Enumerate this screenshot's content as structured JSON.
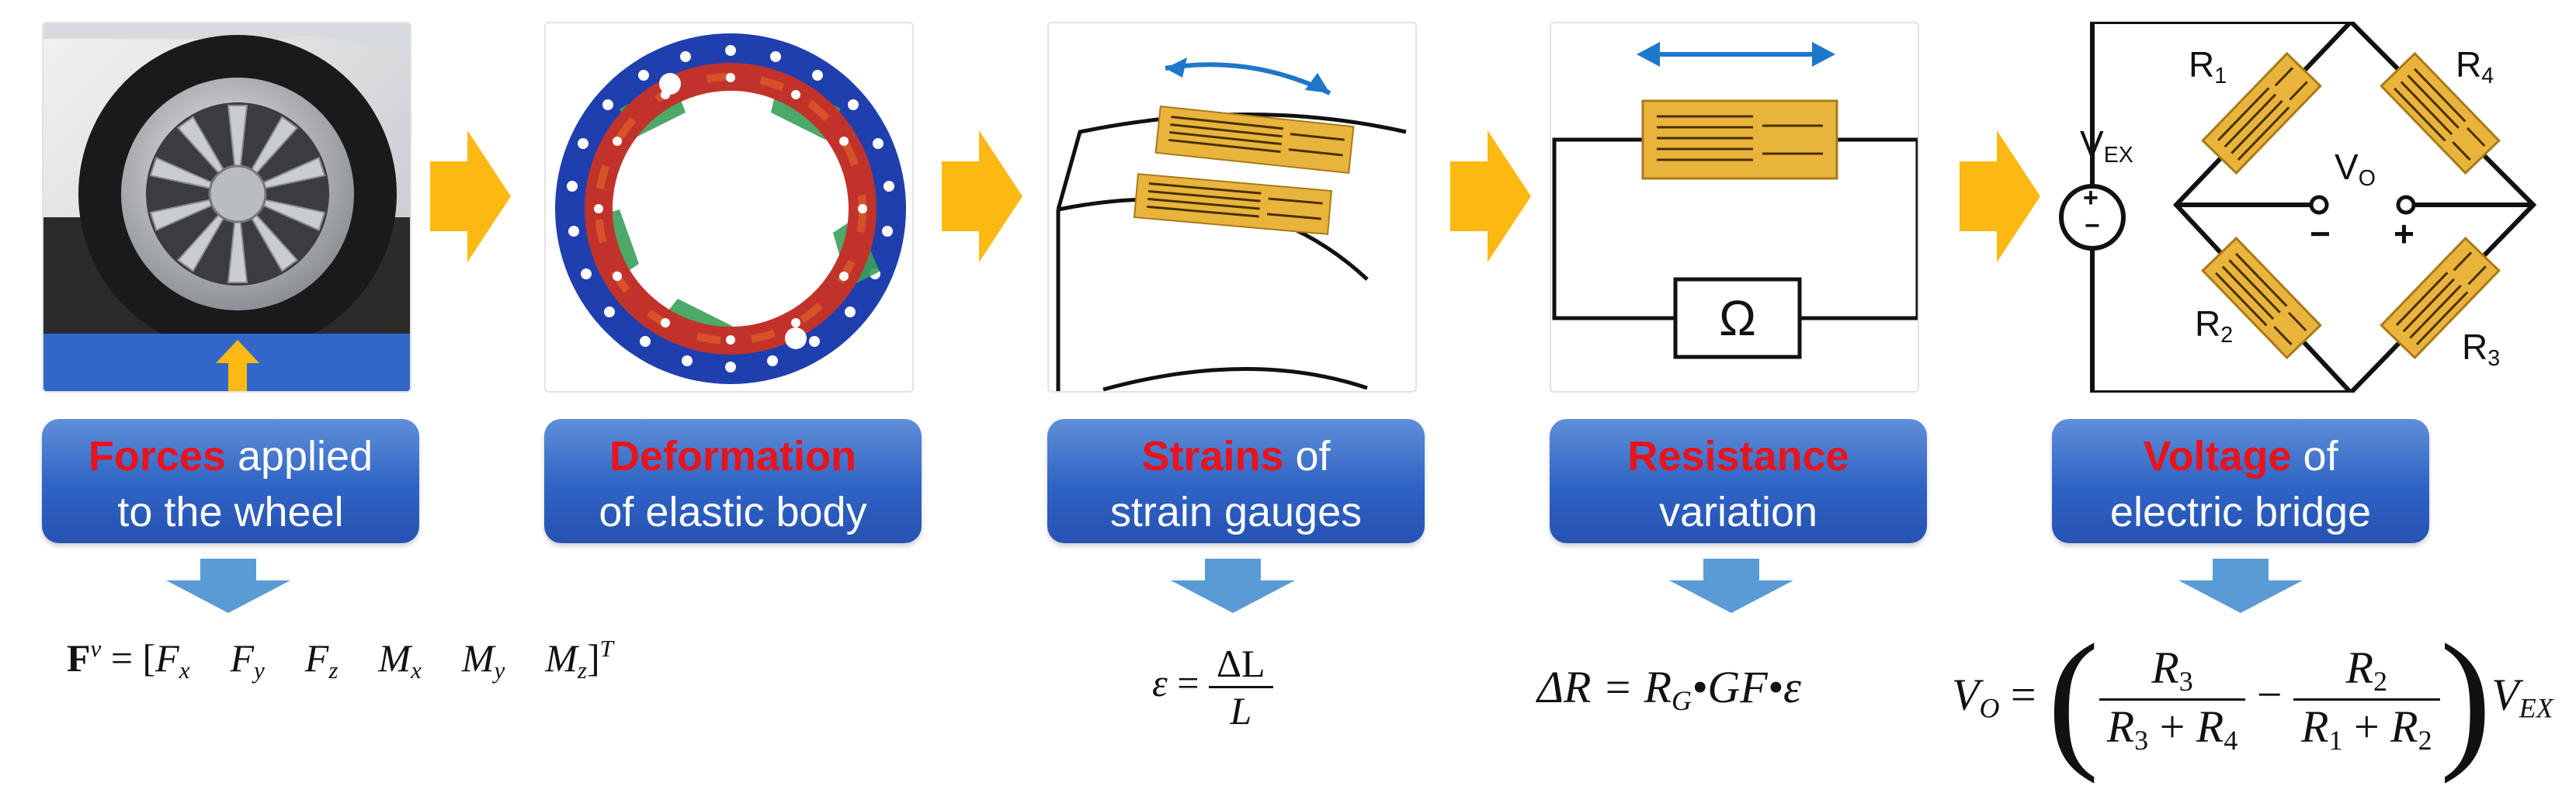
{
  "steps": [
    {
      "highlight": "Forces",
      "rest1": " applied",
      "line2": "to the wheel"
    },
    {
      "highlight": "Deformation",
      "rest1": "",
      "line2": "of elastic body"
    },
    {
      "highlight": "Strains",
      "rest1": " of",
      "line2": "strain gauges"
    },
    {
      "highlight": "Resistance",
      "rest1": "",
      "line2": "variation"
    },
    {
      "highlight": "Voltage",
      "rest1": " of",
      "line2": "electric bridge"
    }
  ],
  "resistance_panel": {
    "ohm_symbol": "Ω"
  },
  "bridge_panel": {
    "r1": "R",
    "r1_sub": "1",
    "r2": "R",
    "r2_sub": "2",
    "r3": "R",
    "r3_sub": "3",
    "r4": "R",
    "r4_sub": "4",
    "vex": "V",
    "vex_sub": "EX",
    "vo": "V",
    "vo_sub": "O",
    "minus": "−",
    "plus": "+",
    "src_plus": "+",
    "src_minus": "−"
  },
  "formulas": {
    "force_vector": {
      "bold_F": "F",
      "sup_v": "v",
      "eq": " = [",
      "fx": "F",
      "fx_sub": "x",
      "fy": "F",
      "fy_sub": "y",
      "fz": "F",
      "fz_sub": "z",
      "mx": "M",
      "mx_sub": "x",
      "my": "M",
      "my_sub": "y",
      "mz": "M",
      "mz_sub": "z",
      "close": "]",
      "sup_T": "T"
    },
    "strain": {
      "lhs": "ε",
      "eq": " = ",
      "num": "ΔL",
      "den": "L"
    },
    "resistance": {
      "text_a": "ΔR = R",
      "sub_g": "G",
      "text_b": "•GF•ε"
    },
    "voltage": {
      "lhs": "V",
      "lhs_sub": "O",
      "eq": " = ",
      "n1": "R",
      "n1_sub": "3",
      "d1a": "R",
      "d1a_sub": "3",
      "d1_plus": " + ",
      "d1b": "R",
      "d1b_sub": "4",
      "minus": " − ",
      "n2": "R",
      "n2_sub": "2",
      "d2a": "R",
      "d2a_sub": "1",
      "d2_plus": " + ",
      "d2b": "R",
      "d2b_sub": "2",
      "rhs": "V",
      "rhs_sub": "EX"
    }
  },
  "colors": {
    "caption_blue": "#2f63c4",
    "highlight_red": "#e8131b",
    "flow_arrow_yellow": "#fdb913",
    "down_arrow_blue": "#5b9bd5",
    "gauge_gold": "#e9b43c"
  }
}
